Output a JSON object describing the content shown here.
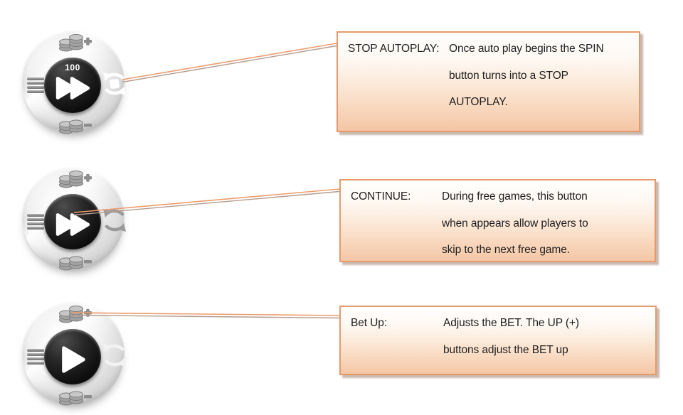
{
  "dials": [
    {
      "id": "stop-autoplay",
      "counter": "100",
      "center_icon": "fast-forward-icon",
      "right_icon": "stop-autoplay-cycle-icon",
      "top_icon": "bet-up-coins-plus-icon",
      "bottom_icon": "bet-down-coins-minus-icon",
      "left_icon": "menu-lines-icon"
    },
    {
      "id": "continue",
      "counter": "",
      "center_icon": "fast-forward-icon",
      "right_icon": "replay-cycle-icon",
      "top_icon": "bet-up-coins-plus-icon",
      "bottom_icon": "bet-down-coins-minus-icon",
      "left_icon": "menu-lines-icon"
    },
    {
      "id": "spin",
      "counter": "",
      "center_icon": "play-icon",
      "right_icon": "replay-cycle-icon",
      "top_icon": "bet-up-coins-plus-icon",
      "bottom_icon": "bet-down-coins-minus-icon",
      "left_icon": "menu-lines-icon"
    }
  ],
  "callouts": [
    {
      "label": "STOP AUTOPLAY:",
      "lines": [
        "Once auto play begins the SPIN",
        "button turns into a STOP",
        "AUTOPLAY."
      ]
    },
    {
      "label": "CONTINUE:",
      "lines": [
        "During free games, this button",
        "when appears allow players to",
        "skip to the next free game."
      ]
    },
    {
      "label": "Bet Up:",
      "lines": [
        "Adjusts the BET. The UP (+)",
        "buttons adjust the BET up"
      ]
    }
  ],
  "colors": {
    "box_border": "#E69A6B",
    "box_gradient_top": "#FFFFFF",
    "box_gradient_bottom": "#F4C6A5",
    "connector_orange": "#EC9C6E",
    "connector_tan": "#B59B8E",
    "text": "#1F1F1F",
    "dial_silver": "#DEDEDE",
    "hub_black": "#111111",
    "icon_gray": "#8D8D8D"
  }
}
